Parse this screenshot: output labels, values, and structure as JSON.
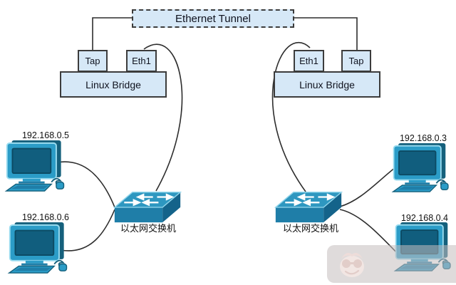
{
  "diagram": {
    "tunnel": {
      "label": "Ethernet Tunnel"
    },
    "left_bridge": {
      "label": "Linux Bridge",
      "tap_label": "Tap",
      "eth1_label": "Eth1"
    },
    "right_bridge": {
      "label": "Linux Bridge",
      "eth1_label": "Eth1",
      "tap_label": "Tap"
    },
    "left_switch": {
      "label": "以太网交换机"
    },
    "right_switch": {
      "label": "以太网交换机"
    },
    "hosts": [
      {
        "ip": "192.168.0.5"
      },
      {
        "ip": "192.168.0.6"
      },
      {
        "ip": "192.168.0.3"
      },
      {
        "ip": "192.168.0.4"
      }
    ],
    "connections": [
      {
        "from": "left-bridge-tap",
        "to": "ethernet-tunnel"
      },
      {
        "from": "right-bridge-tap",
        "to": "ethernet-tunnel"
      },
      {
        "from": "left-bridge-eth1",
        "to": "left-switch"
      },
      {
        "from": "right-bridge-eth1",
        "to": "right-switch"
      },
      {
        "from": "host-192.168.0.5",
        "to": "left-switch"
      },
      {
        "from": "host-192.168.0.6",
        "to": "left-switch"
      },
      {
        "from": "host-192.168.0.3",
        "to": "right-switch"
      },
      {
        "from": "host-192.168.0.4",
        "to": "right-switch"
      }
    ],
    "colors": {
      "node_fill": "#d6e8f7",
      "node_border": "#3c3c3c",
      "wire": "#2d2d2d",
      "device_teal_light": "#2b9cc7",
      "device_teal": "#1f7ea8",
      "device_teal_dark": "#115e7e"
    }
  }
}
